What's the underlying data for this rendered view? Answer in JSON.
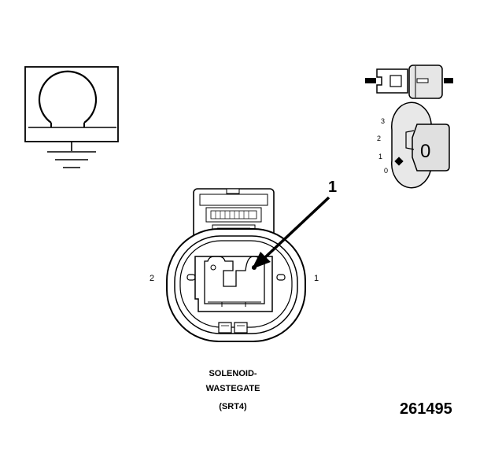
{
  "callout_number": "1",
  "pin_labels": {
    "left": "2",
    "right": "1"
  },
  "caption": [
    "SOLENOID-",
    "WASTEGATE",
    "(SRT4)"
  ],
  "view_position_labels": [
    "3",
    "2",
    "1",
    "0"
  ],
  "key_position_label": "0",
  "figure_number": "261495",
  "icons": {
    "ground_symbol": "ground-omega-icon",
    "connector_view": "connector-mating-icon",
    "ignition_key": "ignition-key-icon"
  },
  "colors": {
    "line": "#000000",
    "background": "#ffffff"
  }
}
